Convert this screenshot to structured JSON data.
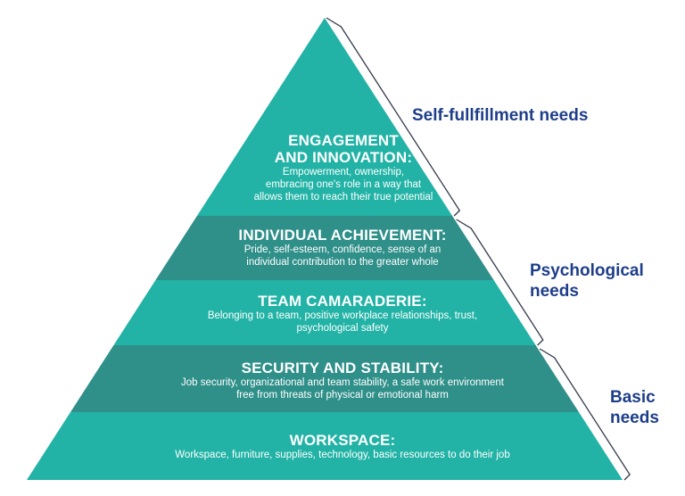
{
  "colors": {
    "light": "#22b3a6",
    "dark": "#2f8f89",
    "bracket": "#333a4a",
    "label": "#1e3e8a"
  },
  "tiers": [
    {
      "title_lines": [
        "ENGAGEMENT",
        "AND INNOVATION:"
      ],
      "desc_lines": [
        "Empowerment, ownership,",
        "embracing one's role in a way that",
        "allows them to reach their true potential"
      ]
    },
    {
      "title_lines": [
        "INDIVIDUAL ACHIEVEMENT:"
      ],
      "desc_lines": [
        "Pride, self-esteem, confidence, sense of an",
        "individual contribution to the greater whole"
      ]
    },
    {
      "title_lines": [
        "TEAM CAMARADERIE:"
      ],
      "desc_lines": [
        "Belonging to a team, positive workplace relationships, trust,",
        "psychological safety"
      ]
    },
    {
      "title_lines": [
        "SECURITY AND STABILITY:"
      ],
      "desc_lines": [
        "Job security, organizational and team stability, a safe work environment",
        "free from threats of physical or emotional harm"
      ]
    },
    {
      "title_lines": [
        "WORKSPACE:"
      ],
      "desc_lines": [
        "Workspace, furniture, supplies, technology, basic resources to do their job"
      ]
    }
  ],
  "need_groups": [
    {
      "lines": [
        "Self-fullfillment needs"
      ]
    },
    {
      "lines": [
        "Psychological",
        "needs"
      ]
    },
    {
      "lines": [
        "Basic",
        "needs"
      ]
    }
  ]
}
